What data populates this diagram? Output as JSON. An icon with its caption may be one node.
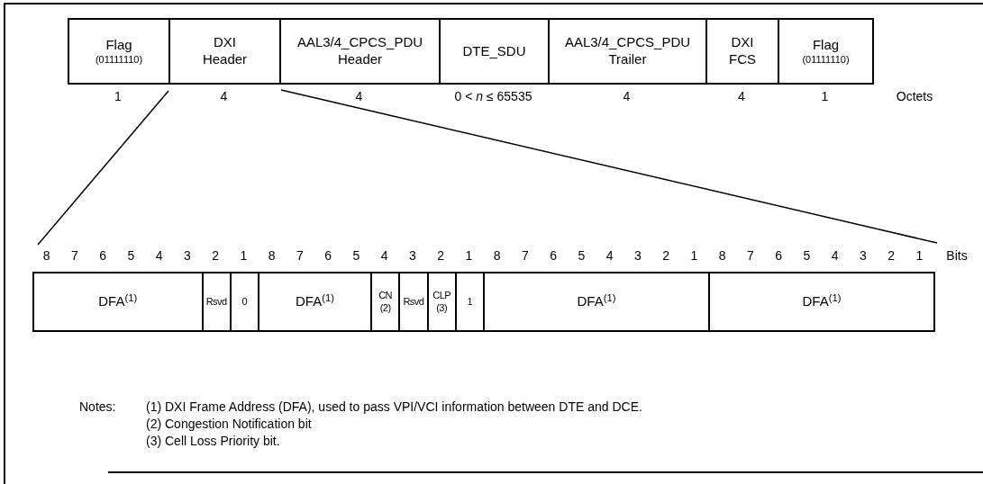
{
  "diagram": {
    "nodes": [
      {
        "text": [
          "Flag",
          "(01111110)"
        ],
        "beside": [
          "1"
        ]
      },
      {
        "text": [
          "DXI Header"
        ],
        "beside": [
          "4"
        ]
      },
      {
        "text": [
          "AAL3/4_CPCS_PDU Header"
        ],
        "beside": [
          "4"
        ]
      },
      {
        "text": [
          "DTE_SDU"
        ],
        "beside": [
          "0 < *n* ≤ 65535"
        ]
      },
      {
        "text": [
          "AAL3/4_CPCS_PDU Trailer"
        ],
        "beside": [
          "4"
        ]
      },
      {
        "text": [
          "DXI FCS"
        ],
        "beside": [
          "4"
        ]
      },
      {
        "text": [
          "Flag",
          "(01111110)"
        ],
        "beside": [
          "1"
        ]
      },
      {
        "text": [
          "DFA$^{(1)}$"
        ]
      },
      {
        "text": [
          "Rsvd"
        ]
      },
      {
        "text": [
          "0"
        ]
      },
      {
        "text": [
          "DFA$^{(1)}$"
        ]
      },
      {
        "text": [
          "CN",
          "(2)"
        ]
      },
      {
        "text": [
          "Rsvd"
        ]
      },
      {
        "text": [
          "CLP",
          "(3)"
        ]
      },
      {
        "text": [
          "1"
        ]
      },
      {
        "text": [
          "DFA$^{(1)}$"
        ]
      },
      {
        "text": [
          "DFA$^{(1)}$"
        ]
      }
    ],
    "edges": [],
    "labels": [
      "Octets",
      "8",
      "7",
      "6",
      "5",
      "4",
      "3",
      "2",
      "1",
      "8",
      "7",
      "6",
      "5",
      "4",
      "3",
      "2",
      "1",
      "8",
      "7",
      "6",
      "5",
      "4",
      "3",
      "2",
      "1",
      "8",
      "7",
      "6",
      "5",
      "4",
      "3",
      "2",
      "1",
      "Bits",
      "Notes:",
      "(1) DXI Frame Address (DFA), used to pass VPI/VCI information between DTE and DCE.",
      "(2) Congestion Notification bit",
      "(3) Cell Loss Priority bit."
    ]
  }
}
